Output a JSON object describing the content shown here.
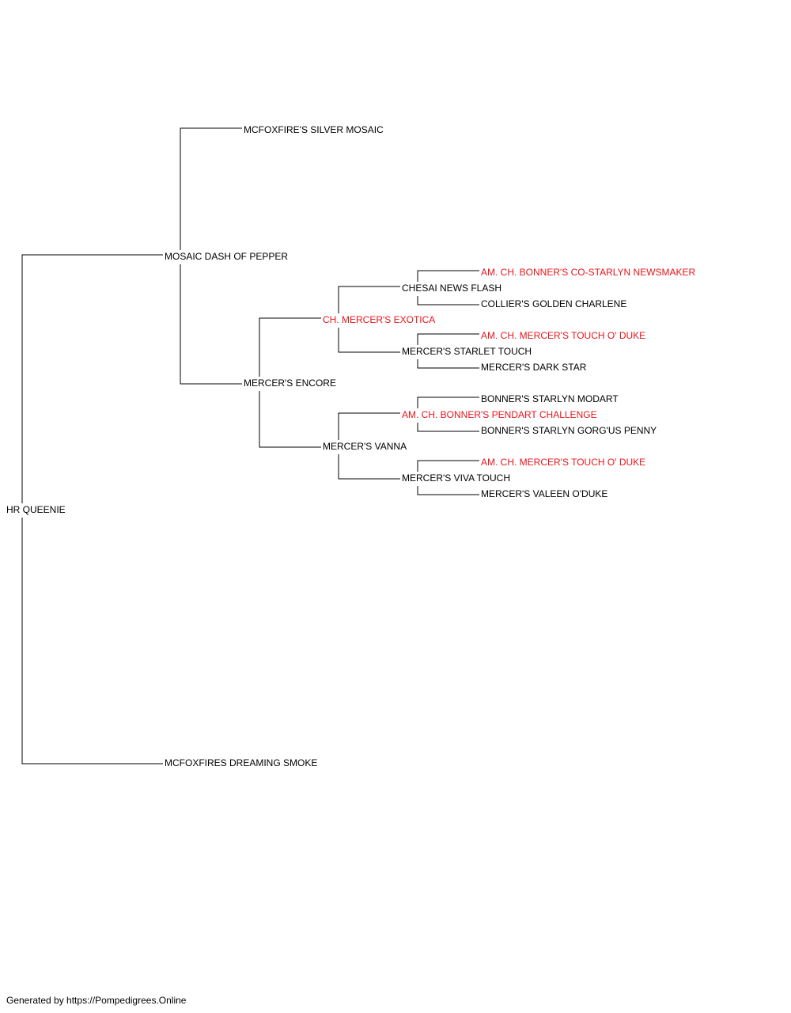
{
  "colors": {
    "normal": "#000000",
    "champion": "#e8141b",
    "line": "#000000"
  },
  "subject": {
    "name": "HR QUEENIE"
  },
  "sire": {
    "name": "MOSAIC DASH OF PEPPER",
    "sire": {
      "name": "MCFOXFIRE'S SILVER MOSAIC"
    },
    "dam": {
      "name": "MERCER'S ENCORE",
      "sire": {
        "name": "CH. MERCER'S EXOTICA",
        "champion": true,
        "sire": {
          "name": "CHESAI NEWS FLASH",
          "sire": {
            "name": "AM. CH. BONNER'S CO-STARLYN NEWSMAKER",
            "champion": true
          },
          "dam": {
            "name": "COLLIER'S GOLDEN CHARLENE"
          }
        },
        "dam": {
          "name": "MERCER'S STARLET TOUCH",
          "sire": {
            "name": "AM. CH. MERCER'S TOUCH O' DUKE",
            "champion": true
          },
          "dam": {
            "name": "MERCER'S DARK STAR"
          }
        }
      },
      "dam": {
        "name": "MERCER'S VANNA",
        "sire": {
          "name": "AM. CH. BONNER'S PENDART CHALLENGE",
          "champion": true,
          "sire": {
            "name": "BONNER'S STARLYN MODART"
          },
          "dam": {
            "name": "BONNER'S STARLYN GORG'US PENNY"
          }
        },
        "dam": {
          "name": "MERCER'S VIVA TOUCH",
          "sire": {
            "name": "AM. CH. MERCER'S TOUCH O' DUKE",
            "champion": true
          },
          "dam": {
            "name": "MERCER'S VALEEN O'DUKE"
          }
        }
      }
    }
  },
  "dam": {
    "name": "MCFOXFIRES DREAMING SMOKE"
  },
  "footer": {
    "text": "Generated by https://Pompedigrees.Online"
  }
}
